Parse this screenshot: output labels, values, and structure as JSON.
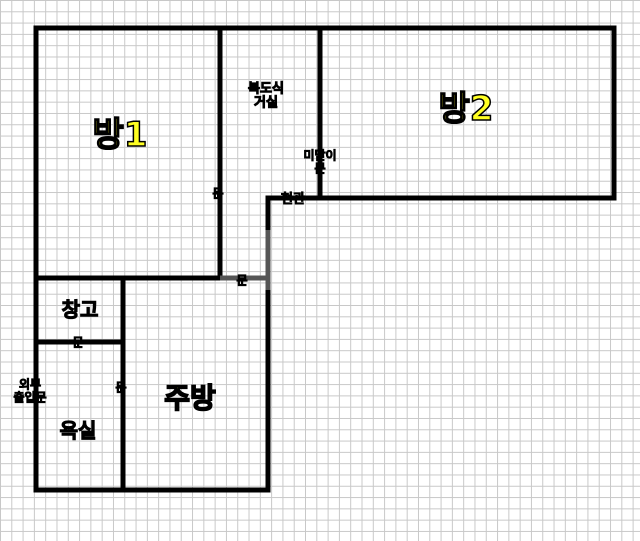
{
  "rooms": {
    "room1": "방1",
    "room2": "방2",
    "hallway": "복도식\n거실",
    "storage": "창고",
    "kitchen": "주방",
    "bathroom": "욕실"
  },
  "doors": {
    "room1_door": "문",
    "hall_door": "문",
    "sliding_door": "미닫이\n문",
    "entrance": "현관",
    "storage_door": "문",
    "bath_door": "문",
    "exterior_door": "외부\n출입문"
  },
  "colors": {
    "room_label": "#ffff22",
    "door_label": "#22ee22",
    "wall": "#000000"
  }
}
